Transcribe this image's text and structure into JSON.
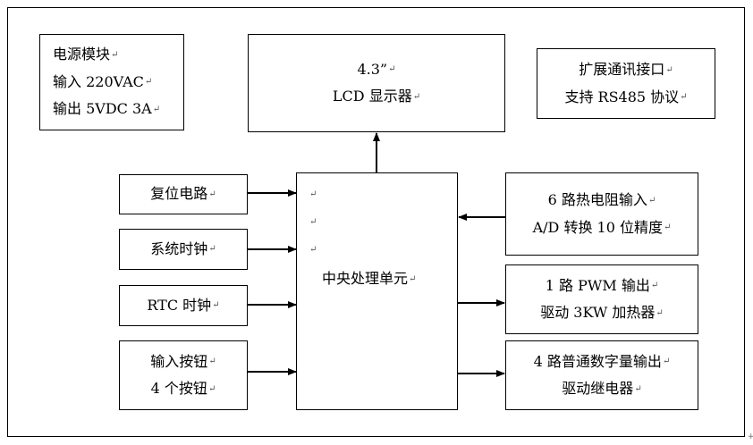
{
  "marks": {
    "return": "↵",
    "corner": "+"
  },
  "power_module": {
    "lines": [
      "电源模块",
      "输入 220VAC",
      "输出 5VDC 3A"
    ]
  },
  "lcd_display": {
    "lines": [
      "4.3”",
      "LCD 显示器"
    ]
  },
  "expansion_comm": {
    "lines": [
      "扩展通讯接口",
      "支持 RS485 协议"
    ]
  },
  "reset_circuit": {
    "lines": [
      "复位电路"
    ]
  },
  "system_clock": {
    "lines": [
      "系统时钟"
    ]
  },
  "rtc_clock": {
    "lines": [
      "RTC 时钟"
    ]
  },
  "input_buttons": {
    "lines": [
      "输入按钮",
      "4 个按钮"
    ]
  },
  "cpu": {
    "label": "中央处理单元"
  },
  "thermistor_input": {
    "lines": [
      "6 路热电阻输入",
      "A/D 转换 10 位精度"
    ]
  },
  "pwm_output": {
    "lines": [
      "1 路 PWM 输出",
      "驱动 3KW 加热器"
    ]
  },
  "digital_output": {
    "lines": [
      "4 路普通数字量输出",
      "驱动继电器"
    ]
  }
}
